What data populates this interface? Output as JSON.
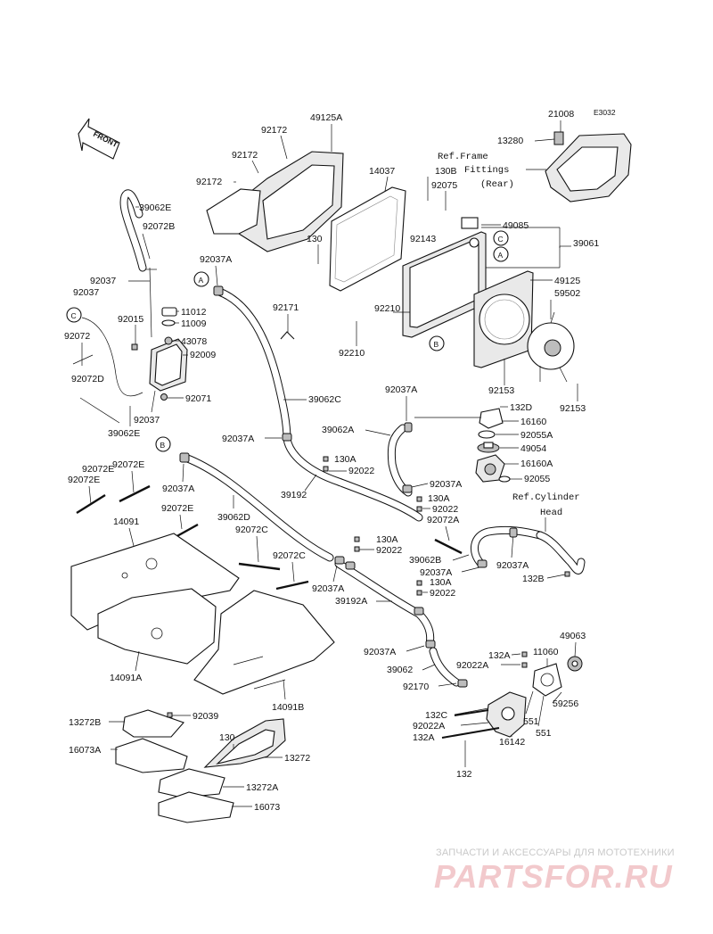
{
  "diagram": {
    "code": "E3032",
    "front_label": "FRONT",
    "callout_letters": [
      "A",
      "B",
      "C"
    ],
    "ref_frame": {
      "line1": "Ref.Frame",
      "line2": "Fittings",
      "line3": "(Rear)"
    },
    "ref_cylinder": {
      "line1": "Ref.Cylinder",
      "line2": "Head"
    },
    "labels": {
      "p21008": "21008",
      "p13280": "13280",
      "p92172a": "92172",
      "p49125A": "49125A",
      "p92172b": "92172",
      "p92172c": "92172",
      "p14037": "14037",
      "p130B": "130B",
      "p92075": "92075",
      "p49085": "49085",
      "p92143": "92143",
      "p39061": "39061",
      "p39062E_top": "39062E",
      "p92072B": "92072B",
      "p130_top": "130",
      "p92037A_1": "92037A",
      "p92037_1": "92037",
      "p92037_2": "92037",
      "p11012": "11012",
      "p11009": "11009",
      "p92015": "92015",
      "p92072": "92072",
      "p43078": "43078",
      "p92009": "92009",
      "p92171": "92171",
      "p49125": "49125",
      "p59502": "59502",
      "p92210a": "92210",
      "p92210b": "92210",
      "p92072D": "92072D",
      "p92071": "92071",
      "p92037_3": "92037",
      "p39062E_bot": "39062E",
      "p39062C": "39062C",
      "p92153a": "92153",
      "p92153b": "92153",
      "p92037A_2": "92037A",
      "p92037A_3": "92037A",
      "p132D": "132D",
      "p39062A": "39062A",
      "p16160": "16160",
      "p92055A": "92055A",
      "p49054": "49054",
      "p16160A": "16160A",
      "p92055": "92055",
      "p130A_1": "130A",
      "p92022_1": "92022",
      "p92037A_4": "92037A",
      "p39192": "39192",
      "p92037A_5": "92037A",
      "p130A_2": "130A",
      "p92022_2": "92022",
      "p92072E_1": "92072E",
      "p92072E_2": "92072E",
      "p92072A": "92072A",
      "p39062D": "39062D",
      "p92072E_3": "92072E",
      "p14091": "14091",
      "p92072C_1": "92072C",
      "p130A_3": "130A",
      "p92022_3": "92022",
      "p39062B": "39062B",
      "p92037A_6": "92037A",
      "p92037A_7": "92037A",
      "p132B": "132B",
      "p92072C_2": "92072C",
      "p130A_4": "130A",
      "p92037A_8": "92037A",
      "p92022_4": "92022",
      "p39192A": "39192A",
      "p14091A": "14091A",
      "p49063": "49063",
      "p92037A_9": "92037A",
      "p132A_1": "132A",
      "p11060": "11060",
      "p92022A_1": "92022A",
      "p39062": "39062",
      "p92170": "92170",
      "p14091B": "14091B",
      "p59256": "59256",
      "p551a": "551",
      "p132C": "132C",
      "p551b": "551",
      "p92022A_2": "92022A",
      "p132A_2": "132A",
      "p16142": "16142",
      "p132": "132",
      "p13272B": "13272B",
      "p92039": "92039",
      "p130_bot": "130",
      "p13272": "13272",
      "p16073A": "16073A",
      "p13272A": "13272A",
      "p16073": "16073"
    }
  },
  "watermark": {
    "tagline": "ЗАПЧАСТИ И АКСЕССУАРЫ ДЛЯ МОТОТЕХНИКИ",
    "logo": "PARTSFOR.RU",
    "logo_color": "#f2c9cc",
    "tagline_color": "#c9c9c9"
  }
}
